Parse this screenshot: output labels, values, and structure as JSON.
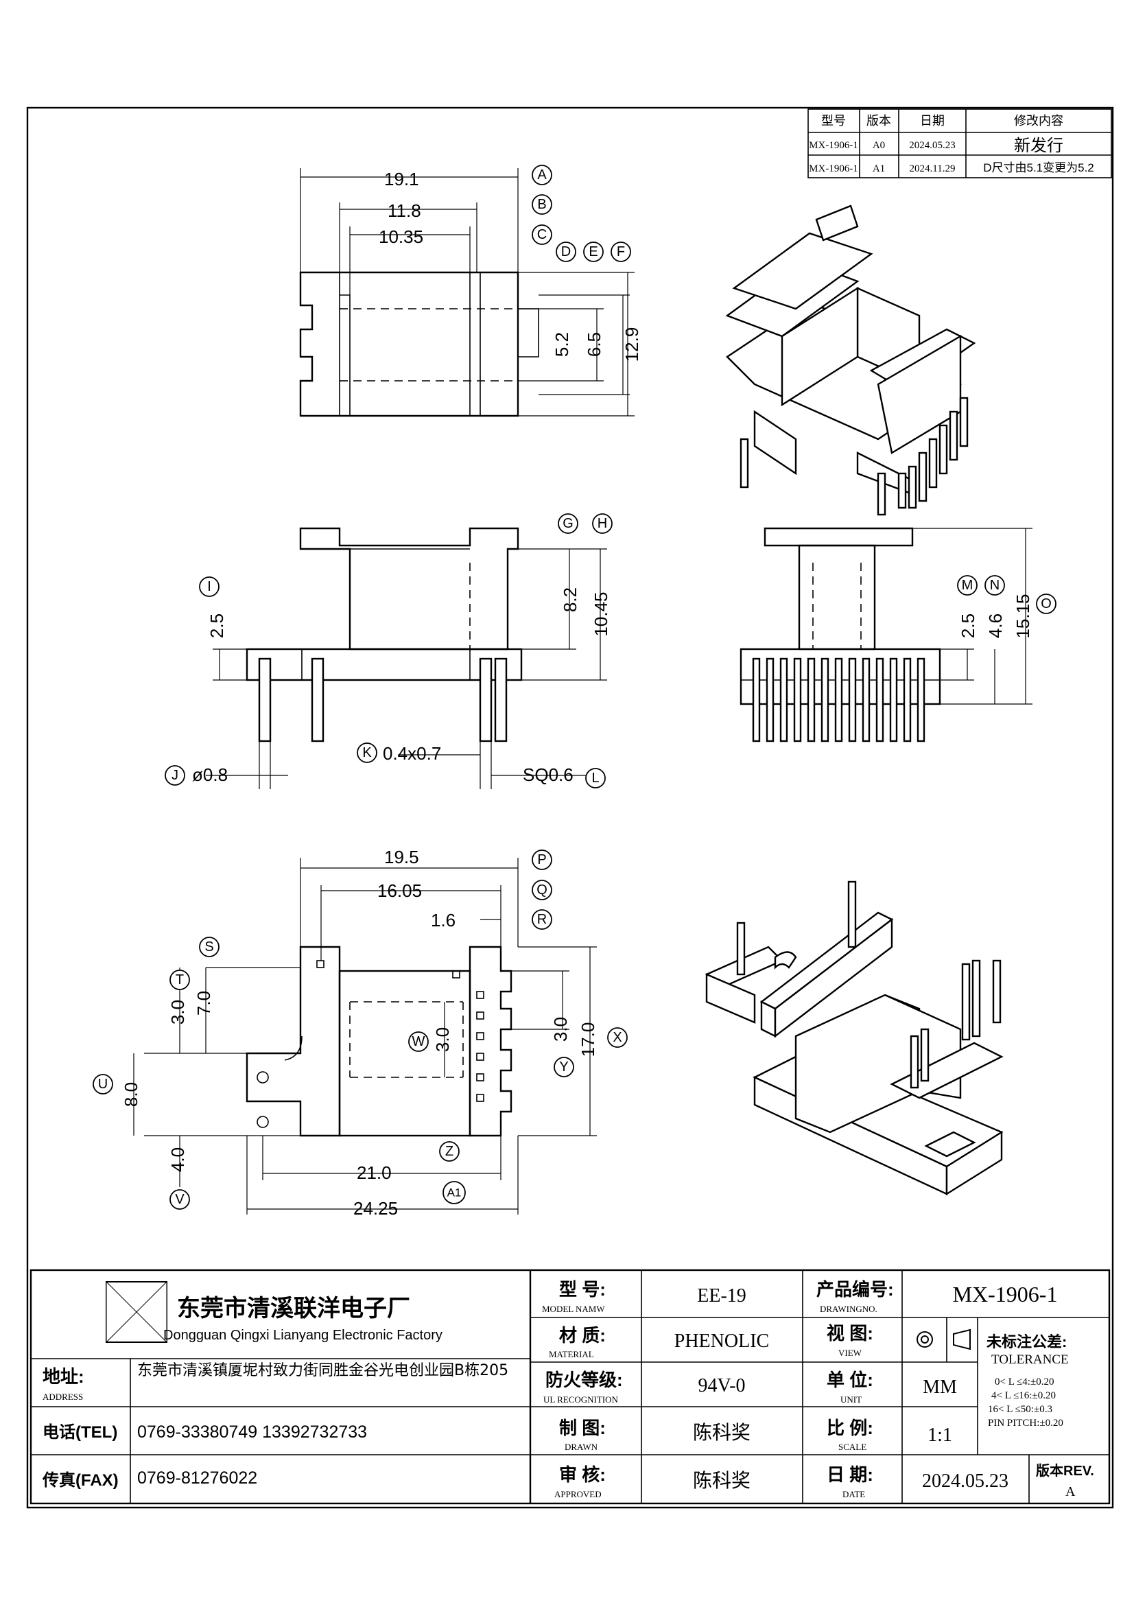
{
  "revision_table": {
    "headers": [
      "型号",
      "版本",
      "日期",
      "修改内容"
    ],
    "rows": [
      {
        "model": "MX-1906-1",
        "version": "A0",
        "date": "2024.05.23",
        "change": "新发行"
      },
      {
        "model": "MX-1906-1",
        "version": "A1",
        "date": "2024.11.29",
        "change": "D尺寸由5.1变更为5.2"
      }
    ]
  },
  "top_view": {
    "dims": [
      "19.1",
      "11.8",
      "10.35",
      "5.2",
      "6.5",
      "12.9"
    ],
    "labels": [
      "A",
      "B",
      "C",
      "D",
      "E",
      "F"
    ]
  },
  "front_view": {
    "dims": [
      "2.5",
      "8.2",
      "10.45",
      "0.4x0.7",
      "ø0.8",
      "SQ0.6"
    ],
    "labels": [
      "G",
      "H",
      "I",
      "J",
      "K",
      "L"
    ]
  },
  "side_view": {
    "dims": [
      "2.5",
      "4.6",
      "15.15"
    ],
    "labels": [
      "M",
      "N",
      "O"
    ]
  },
  "bottom_view": {
    "dims": [
      "19.5",
      "16.05",
      "1.6",
      "3.0",
      "7.0",
      "8.0",
      "3.0",
      "3.0",
      "17.0",
      "4.0",
      "21.0",
      "24.25"
    ],
    "labels": [
      "P",
      "Q",
      "R",
      "S",
      "T",
      "U",
      "W",
      "Y",
      "X",
      "V",
      "Z",
      "A1"
    ]
  },
  "title_block": {
    "company_cn": "东莞市清溪联洋电子厂",
    "company_en": "Dongguan Qingxi Lianyang Electronic Factory",
    "address_label_cn": "地址:",
    "address_label_en": "ADDRESS",
    "address": "东莞市清溪镇厦坭村致力街同胜金谷光电创业园B栋205",
    "tel_label": "电话(TEL)",
    "tel": "0769-33380749   13392732733",
    "fax_label": "传真(FAX)",
    "fax": "0769-81276022",
    "model_label_cn": "型 号:",
    "model_label_en": "MODEL NAMW",
    "model": "EE-19",
    "material_label_cn": "材 质:",
    "material_label_en": "MATERIAL",
    "material": "PHENOLIC",
    "fire_label_cn": "防火等级:",
    "fire_label_en": "UL RECOGNITION",
    "fire": "94V-0",
    "drawn_label_cn": "制 图:",
    "drawn_label_en": "DRAWN",
    "drawn": "陈科奖",
    "approved_label_cn": "审 核:",
    "approved_label_en": "APPROVED",
    "approved": "陈科奖",
    "drawing_no_label_cn": "产品编号:",
    "drawing_no_label_en": "DRAWINGNO.",
    "drawing_no": "MX-1906-1",
    "view_label_cn": "视 图:",
    "view_label_en": "VIEW",
    "unit_label_cn": "单 位:",
    "unit_label_en": "UNIT",
    "unit": "MM",
    "scale_label_cn": "比 例:",
    "scale_label_en": "SCALE",
    "scale": "1:1",
    "date_label_cn": "日 期:",
    "date_label_en": "DATE",
    "date": "2024.05.23",
    "tolerance_title_cn": "未标注公差:",
    "tolerance_title_en": "TOLERANCE",
    "tolerance_lines": [
      "0< L ≤4:±0.20",
      "4< L ≤16:±0.20",
      "16< L ≤50:±0.3",
      "PIN PITCH:±0.20"
    ],
    "rev_label": "版本REV.",
    "rev": "A"
  }
}
